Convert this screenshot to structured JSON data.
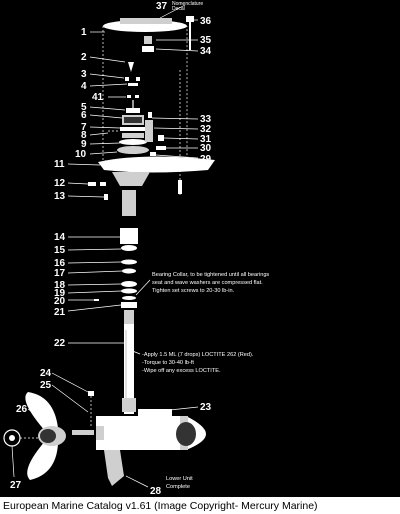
{
  "caption": "European Marine Catalog v1.61 (Image Copyright- Mercury Marine)",
  "labels": {
    "n1": "1",
    "n2": "2",
    "n3": "3",
    "n4": "4",
    "n5": "5",
    "n6": "6",
    "n7": "7",
    "n8": "8",
    "n9": "9",
    "n10": "10",
    "n11": "11",
    "n12": "12",
    "n13": "13",
    "n14": "14",
    "n15": "15",
    "n16": "16",
    "n17": "17",
    "n18": "18",
    "n19": "19",
    "n20": "20",
    "n21": "21",
    "n22": "22",
    "n23": "23",
    "n24": "24",
    "n25": "25",
    "n26": "26",
    "n27": "27",
    "n28": "28",
    "n29": "29",
    "n30": "30",
    "n31": "31",
    "n32": "32",
    "n33": "33",
    "n34": "34",
    "n35": "35",
    "n36": "36",
    "n37": "37",
    "n41": "41"
  },
  "notes": {
    "nameplate_1": "Nomenclature",
    "nameplate_2": "Decal",
    "collar_1": "Bearing Collar, to be tightened until all bearings",
    "collar_2": "seat and wave washers are compressed flat.",
    "collar_3": "Tighten set screws to 20-30 lb-in.",
    "loctite_1": "-Apply 1.5 ML (7 drops) LOCTITE 262 (Red).",
    "loctite_2": "-Torque to 30-40 lb-ft",
    "loctite_3": "-Wipe off any excess LOCTITE.",
    "lower_1": "Lower Unit",
    "lower_2": "Complete"
  }
}
